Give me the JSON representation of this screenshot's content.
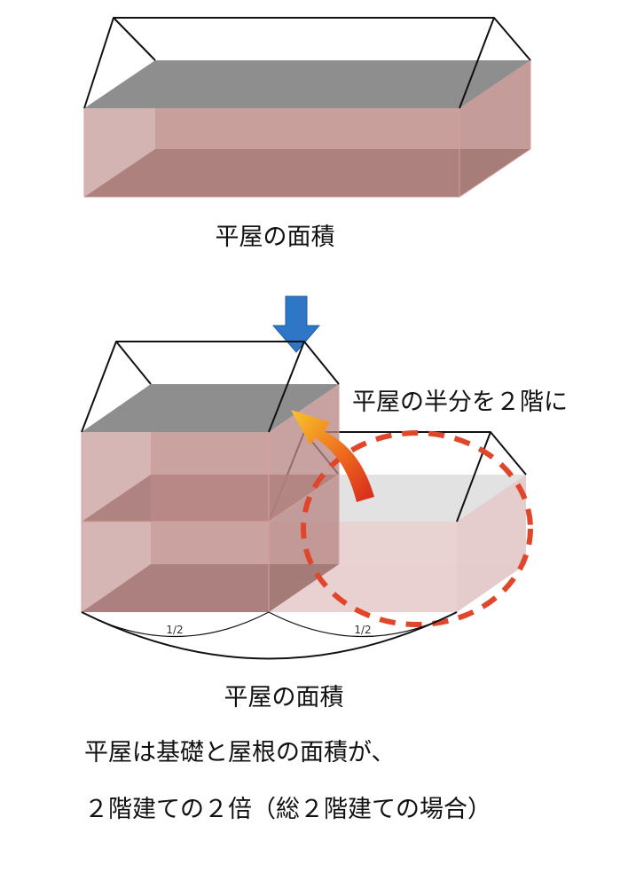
{
  "labels": {
    "top_area": "平屋の面積",
    "half_to_second_floor": "平屋の半分を２階に",
    "half_left": "1/2",
    "half_right": "1/2",
    "bottom_area": "平屋の面積",
    "note_line1": "平屋は基礎と屋根の面積が、",
    "note_line2": "２階建ての２倍（総２階建ての場合）"
  },
  "colors": {
    "wall": "#b98683",
    "roof": "#8e8e8e",
    "floor": "#8f6a67",
    "ghost_wall": "#e7cfcf",
    "ghost_roof": "#e2e2e2",
    "down_arrow": "#2f77c6",
    "dashed_circle": "#e0462a",
    "curved_arrow_start": "#f7c62a",
    "curved_arrow_end": "#d7261c"
  },
  "icons": {
    "down_arrow": "arrow-down-icon",
    "curved_arrow": "curved-arrow-icon"
  }
}
